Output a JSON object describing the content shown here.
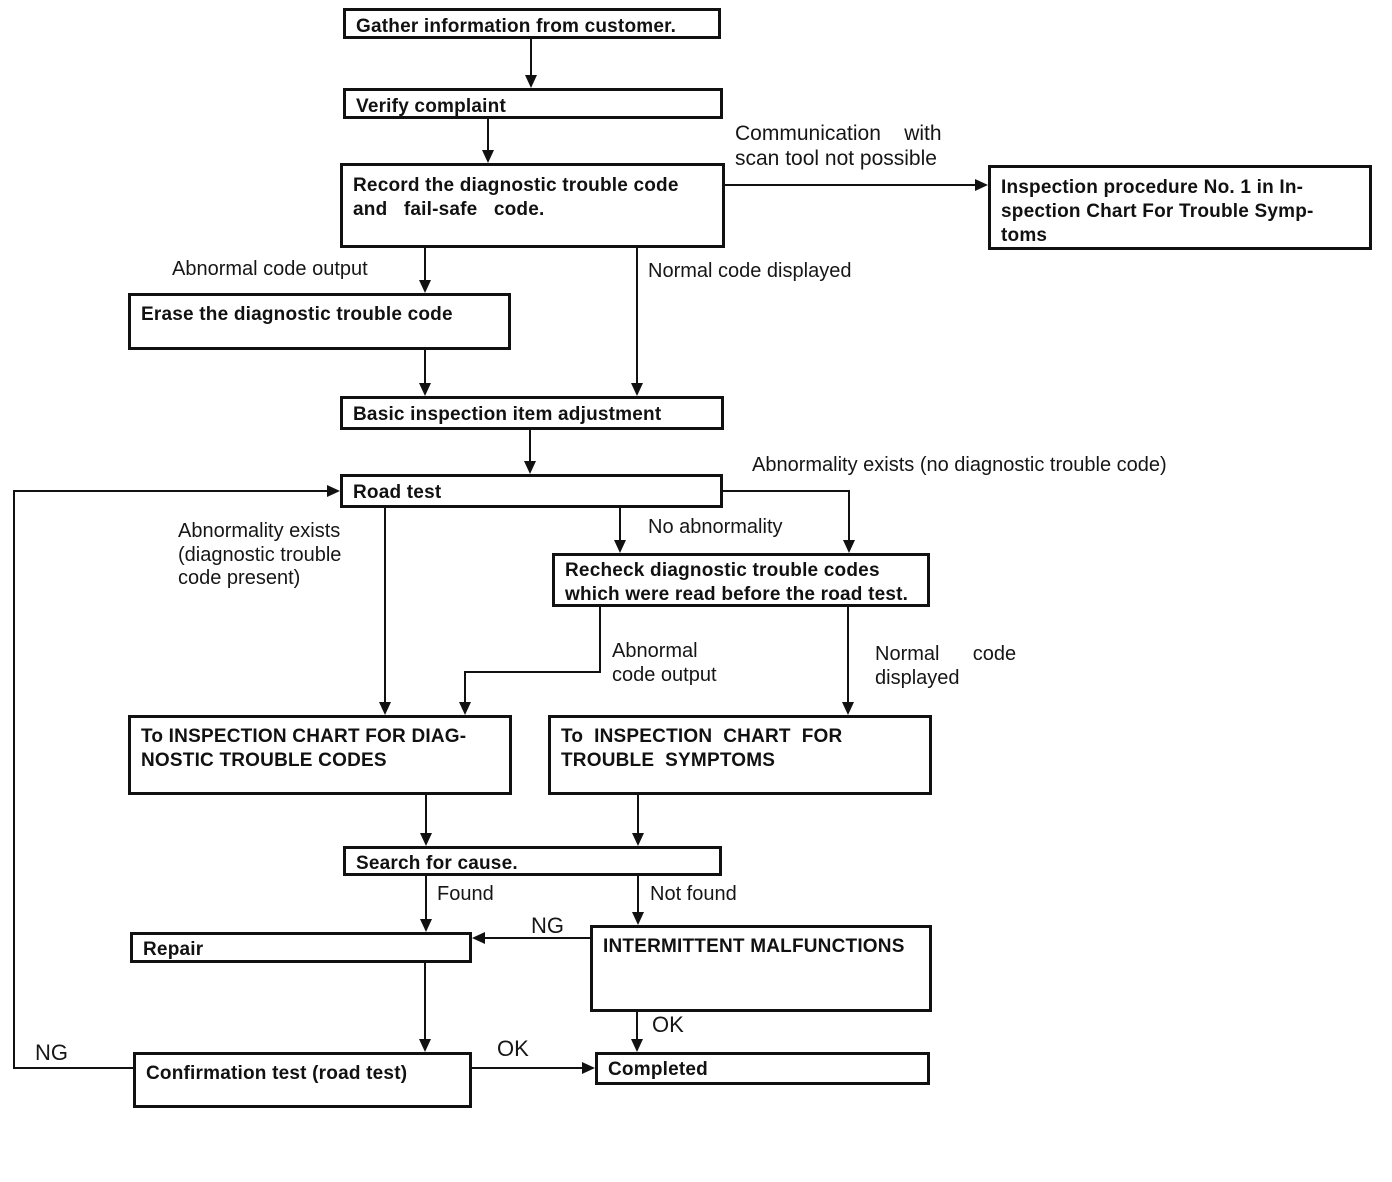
{
  "page": {
    "background": "#ffffff",
    "ink": "#111111",
    "description": "Diagnostic troubleshooting flowchart"
  },
  "nodes": {
    "gather": {
      "label": "Gather information from customer."
    },
    "verify": {
      "label": "Verify complaint"
    },
    "record": {
      "label": "Record the diagnostic trouble code\nand   fail-safe   code."
    },
    "inspection_procedure": {
      "label": "Inspection procedure No. 1 in In-\nspection Chart For Trouble Symp-\ntoms"
    },
    "erase": {
      "label": "Erase the diagnostic trouble code"
    },
    "basic_inspection": {
      "label": "Basic inspection item adjustment"
    },
    "road_test": {
      "label": "Road test"
    },
    "recheck": {
      "label": "Recheck diagnostic trouble codes\nwhich were read before the road test."
    },
    "chart_dtc": {
      "label": "To INSPECTION CHART FOR DIAG-\nNOSTIC TROUBLE CODES"
    },
    "chart_symptoms": {
      "label": "To  INSPECTION  CHART  FOR\nTROUBLE  SYMPTOMS"
    },
    "search_cause": {
      "label": "Search for cause."
    },
    "repair": {
      "label": "Repair"
    },
    "intermittent": {
      "label": "INTERMITTENT MALFUNCTIONS"
    },
    "confirmation": {
      "label": "Confirmation test (road test)"
    },
    "completed": {
      "label": "Completed"
    }
  },
  "edge_labels": {
    "communication": "Communication    with\nscan tool not possible",
    "abnormal_code_output": "Abnormal code output",
    "normal_code_displayed": "Normal code displayed",
    "abnormality_no_dtc": "Abnormality exists (no diagnostic trouble code)",
    "no_abnormality": "No abnormality",
    "abnormality_dtc_present": "Abnormality exists\n(diagnostic trouble\ncode present)",
    "abnormal_code_output_2": "Abnormal\ncode output",
    "normal_code_displayed_2": "Normal      code\ndisplayed",
    "found": "Found",
    "not_found": "Not found",
    "ng_to_repair": "NG",
    "ok_to_completed": "OK",
    "ng_feedback": "NG",
    "ok_confirmation": "OK"
  }
}
